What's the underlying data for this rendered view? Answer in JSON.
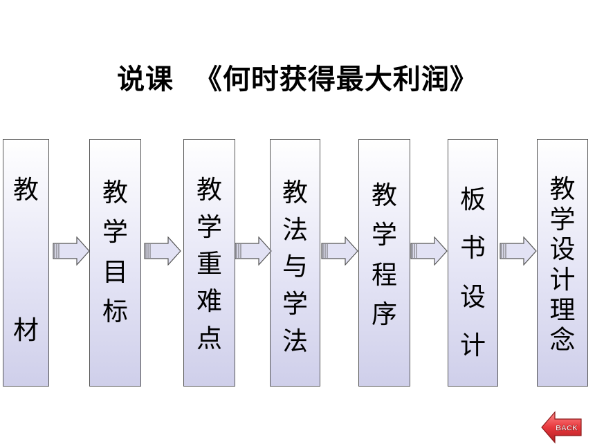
{
  "title": "说课  《何时获得最大利润》",
  "boxes": [
    {
      "id": "jiaocai",
      "chars": [
        "教",
        "材"
      ]
    },
    {
      "id": "jiaoxue-mubiao",
      "chars": [
        "教",
        "学",
        "目",
        "标"
      ]
    },
    {
      "id": "jiaoxue-zhongnandian",
      "chars": [
        "教",
        "学",
        "重",
        "难",
        "点"
      ]
    },
    {
      "id": "jiaofa-xuefa",
      "chars": [
        "教",
        "法",
        "与",
        "学",
        "法"
      ]
    },
    {
      "id": "jiaoxue-chengxu",
      "chars": [
        "教",
        "学",
        "程",
        "序"
      ]
    },
    {
      "id": "banshu-sheji",
      "chars": [
        "板",
        "书",
        "设",
        "计"
      ]
    },
    {
      "id": "jiaoxue-sheji-linian",
      "chars": [
        "教",
        "学",
        "设",
        "计",
        "理",
        "念"
      ]
    }
  ],
  "back_button": {
    "label": "BACK"
  },
  "colors": {
    "box_gradient_top": "#ffffff",
    "box_gradient_bottom": "#cfcfea",
    "arrow_fill": "#e2e2f4",
    "back_button": "#e8383d"
  }
}
